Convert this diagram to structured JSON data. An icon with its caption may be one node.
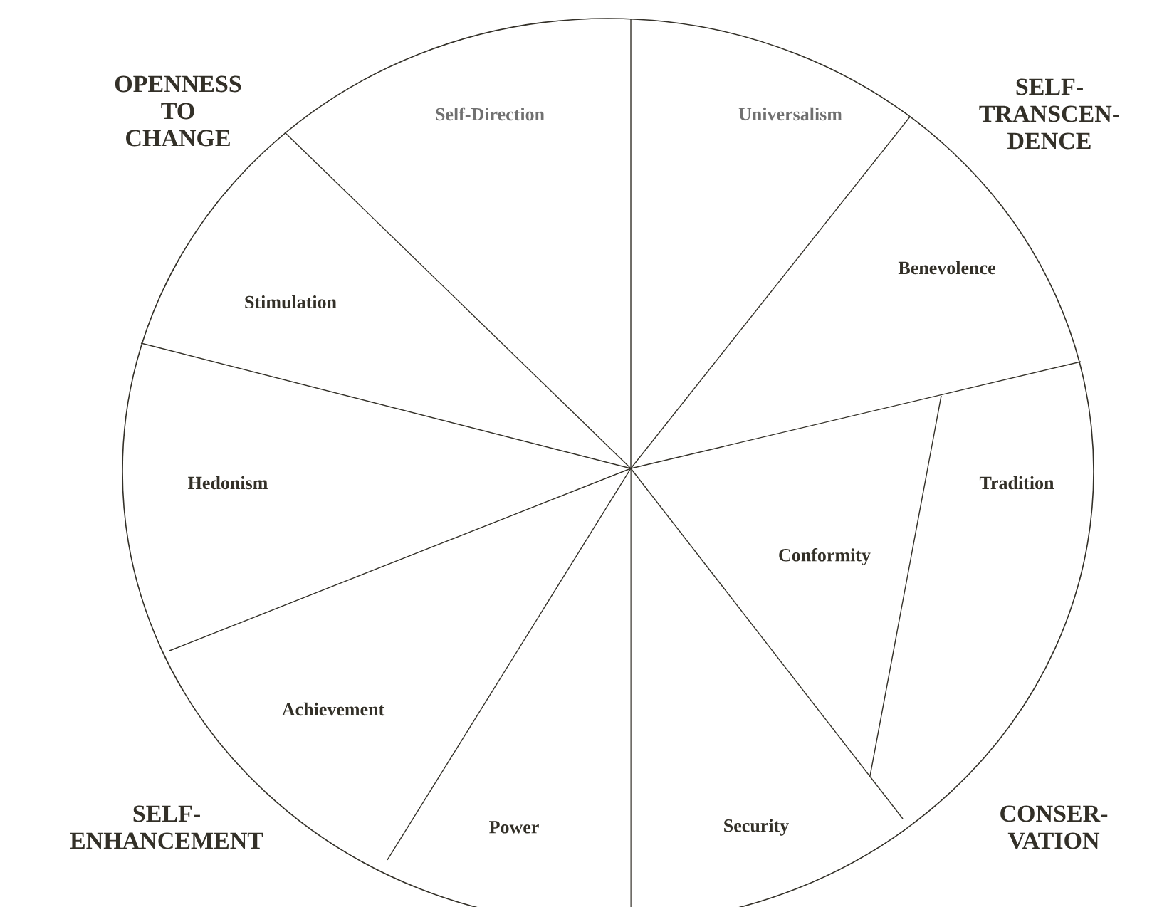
{
  "diagram": {
    "nodes": [
      {
        "text": [
          "Self-Direction"
        ]
      },
      {
        "text": [
          "Universalism"
        ]
      },
      {
        "text": [
          "Stimulation"
        ]
      },
      {
        "text": [
          "Benevolence"
        ]
      },
      {
        "text": [
          "Hedonism"
        ]
      },
      {
        "text": [
          "Tradition"
        ]
      },
      {
        "text": [
          "Conformity"
        ]
      },
      {
        "text": [
          "Achievement"
        ]
      },
      {
        "text": [
          "Power"
        ]
      },
      {
        "text": [
          "Security"
        ]
      }
    ],
    "labels": [
      "OPENNESS TO CHANGE",
      "SELF- TRANSCEN- DENCE",
      "SELF- ENHANCEMENT",
      "CONSER- VATION"
    ]
  }
}
